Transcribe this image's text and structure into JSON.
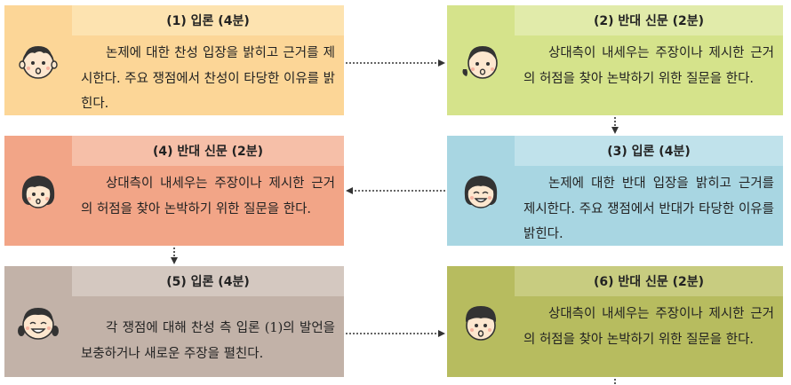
{
  "nodes": [
    {
      "id": "1",
      "title": "(1) 입론 (4분)",
      "text": "논제에 대한 찬성 입장을 밝히고 근거를 제시한다. 주요 쟁점에서 찬성이 타당한 이유를 밝힌다.",
      "face": "boy-short-hair-icon"
    },
    {
      "id": "2",
      "title": "(2) 반대 신문 (2분)",
      "text": "상대측이 내세우는 주장이나 제시한 근거의 허점을 찾아 논박하기 위한 질문을 한다.",
      "face": "girl-ponytail-icon"
    },
    {
      "id": "3",
      "title": "(3) 입론 (4분)",
      "text": "논제에 대한 반대 입장을 밝히고 근거를 제시한다. 주요 쟁점에서 반대가 타당한 이유를 밝힌다.",
      "face": "girl-smiling-bob-icon"
    },
    {
      "id": "4",
      "title": "(4) 반대 신문 (2분)",
      "text": "상대측이 내세우는 주장이나 제시한 근거의 허점을 찾아 논박하기 위한 질문을 한다.",
      "face": "girl-bob-icon"
    },
    {
      "id": "5",
      "title": "(5) 입론 (4분)",
      "text": "각 쟁점에 대해 찬성 측 입론 (1)의 발언을 보충하거나 새로운 주장을 펼친다.",
      "face": "girl-pigtails-icon"
    },
    {
      "id": "6",
      "title": "(6) 반대 신문 (2분)",
      "text": "상대측이 내세우는 주장이나 제시한 근거의 허점을 찾아 논박하기 위한 질문을 한다.",
      "face": "boy-bowl-cut-icon"
    }
  ],
  "colors": {
    "node1": "#fcd697",
    "node1_head": "#fde3b0",
    "node2": "#d5e38b",
    "node2_head": "#e1ebaa",
    "node3": "#a8d6e2",
    "node3_head": "#c0e2eb",
    "node4": "#f2a587",
    "node4_head": "#f6bfa8",
    "node5": "#c2b2a8",
    "node5_head": "#d4c8c0",
    "node6": "#b7bc5f",
    "node6_head": "#c8cc80"
  }
}
